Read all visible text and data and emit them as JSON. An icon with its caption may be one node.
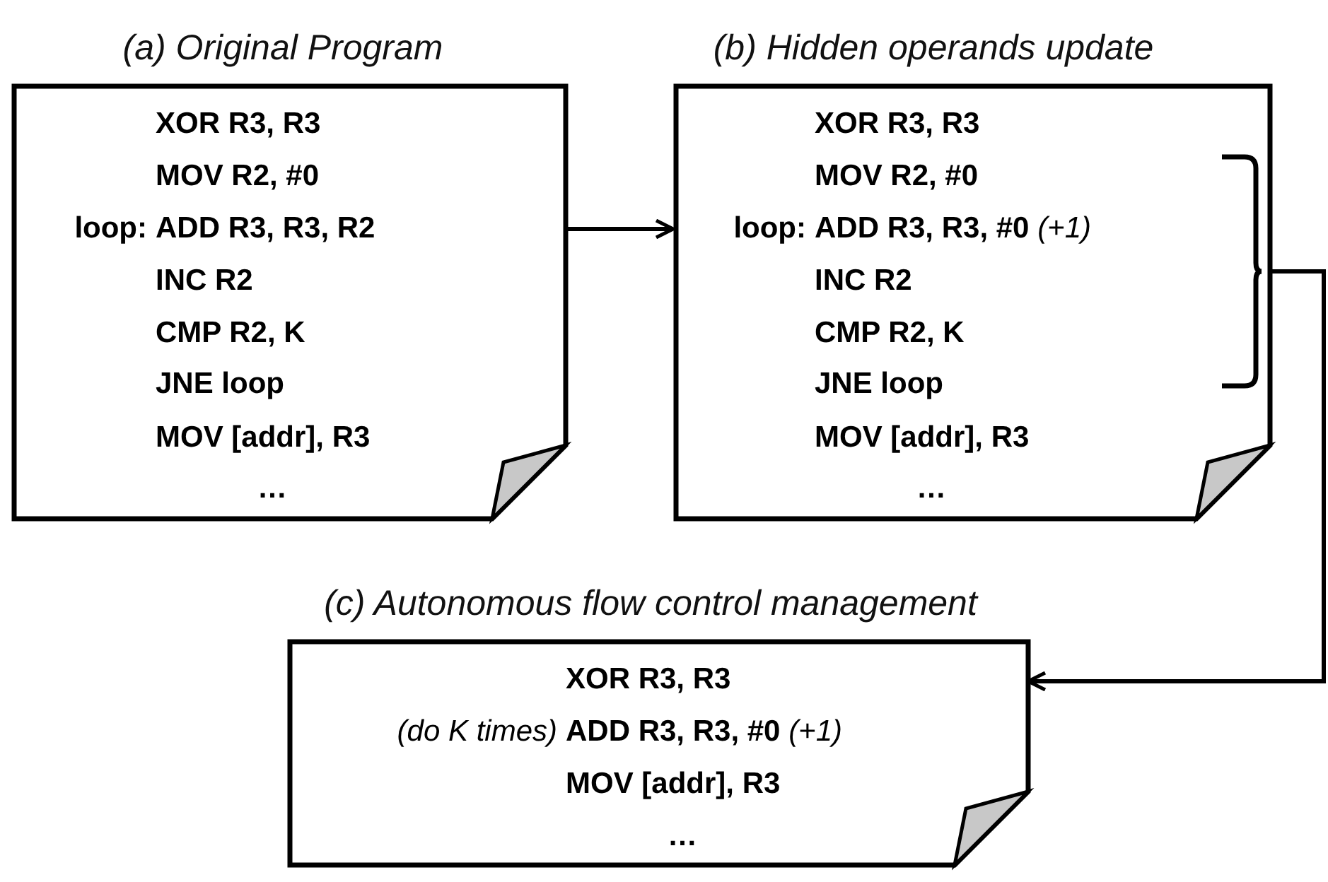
{
  "diagram": {
    "nodes": [
      {
        "text": [
          "(a) Original Program",
          "XOR R3, R3",
          "MOV R2, #0",
          "loop:",
          "ADD R3, R3, R2",
          "INC R2",
          "CMP R2, K",
          "JNE loop",
          "MOV [addr], R3",
          "…"
        ]
      },
      {
        "text": [
          "(b) Hidden operands update",
          "XOR R3, R3",
          "MOV R2, #0",
          "loop:",
          "ADD R3, R3, #0 *(+1)*",
          "INC R2",
          "CMP R2, K",
          "JNE loop",
          "MOV [addr], R3",
          "…"
        ]
      },
      {
        "text": [
          "(c) Autonomous flow control management",
          "XOR R3, R3",
          "(do K times)",
          "ADD R3, R3, #0 *(+1)*",
          "MOV [addr], R3",
          "…"
        ]
      }
    ],
    "edges": [
      {
        "from": 0,
        "to": 1,
        "arrow": "to"
      },
      {
        "from": 1,
        "to": 2,
        "arrow": "to"
      }
    ]
  }
}
